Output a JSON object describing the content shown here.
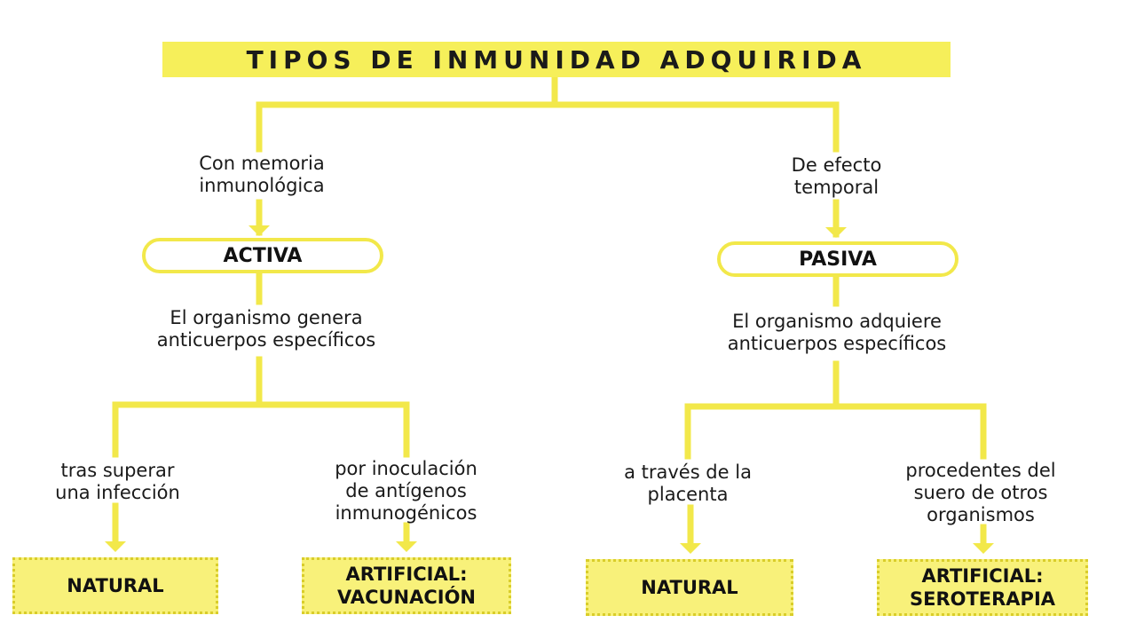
{
  "title": "TIPOS DE INMUNIDAD ADQUIRIDA",
  "left": {
    "condition": [
      "Con memoria",
      "inmunológica"
    ],
    "type": "ACTIVA",
    "description": [
      "El organismo genera",
      "anticuerpos específicos"
    ],
    "branches": [
      {
        "condition": [
          "tras superar",
          "una infección"
        ],
        "result": [
          "NATURAL"
        ]
      },
      {
        "condition": [
          "por inoculación",
          "de antígenos",
          "inmunogénicos"
        ],
        "result": [
          "ARTIFICIAL:",
          "VACUNACIÓN"
        ]
      }
    ]
  },
  "right": {
    "condition": [
      "De efecto",
      "temporal"
    ],
    "type": "PASIVA",
    "description": [
      "El organismo adquiere",
      "anticuerpos específicos"
    ],
    "branches": [
      {
        "condition": [
          "a través de la",
          "placenta"
        ],
        "result": [
          "NATURAL"
        ]
      },
      {
        "condition": [
          "procedentes del",
          "suero de otros",
          "organismos"
        ],
        "result": [
          "ARTIFICIAL:",
          "SEROTERAPIA"
        ]
      }
    ]
  },
  "colors": {
    "accent": "#f6ef5a",
    "line": "#f2e84a"
  }
}
